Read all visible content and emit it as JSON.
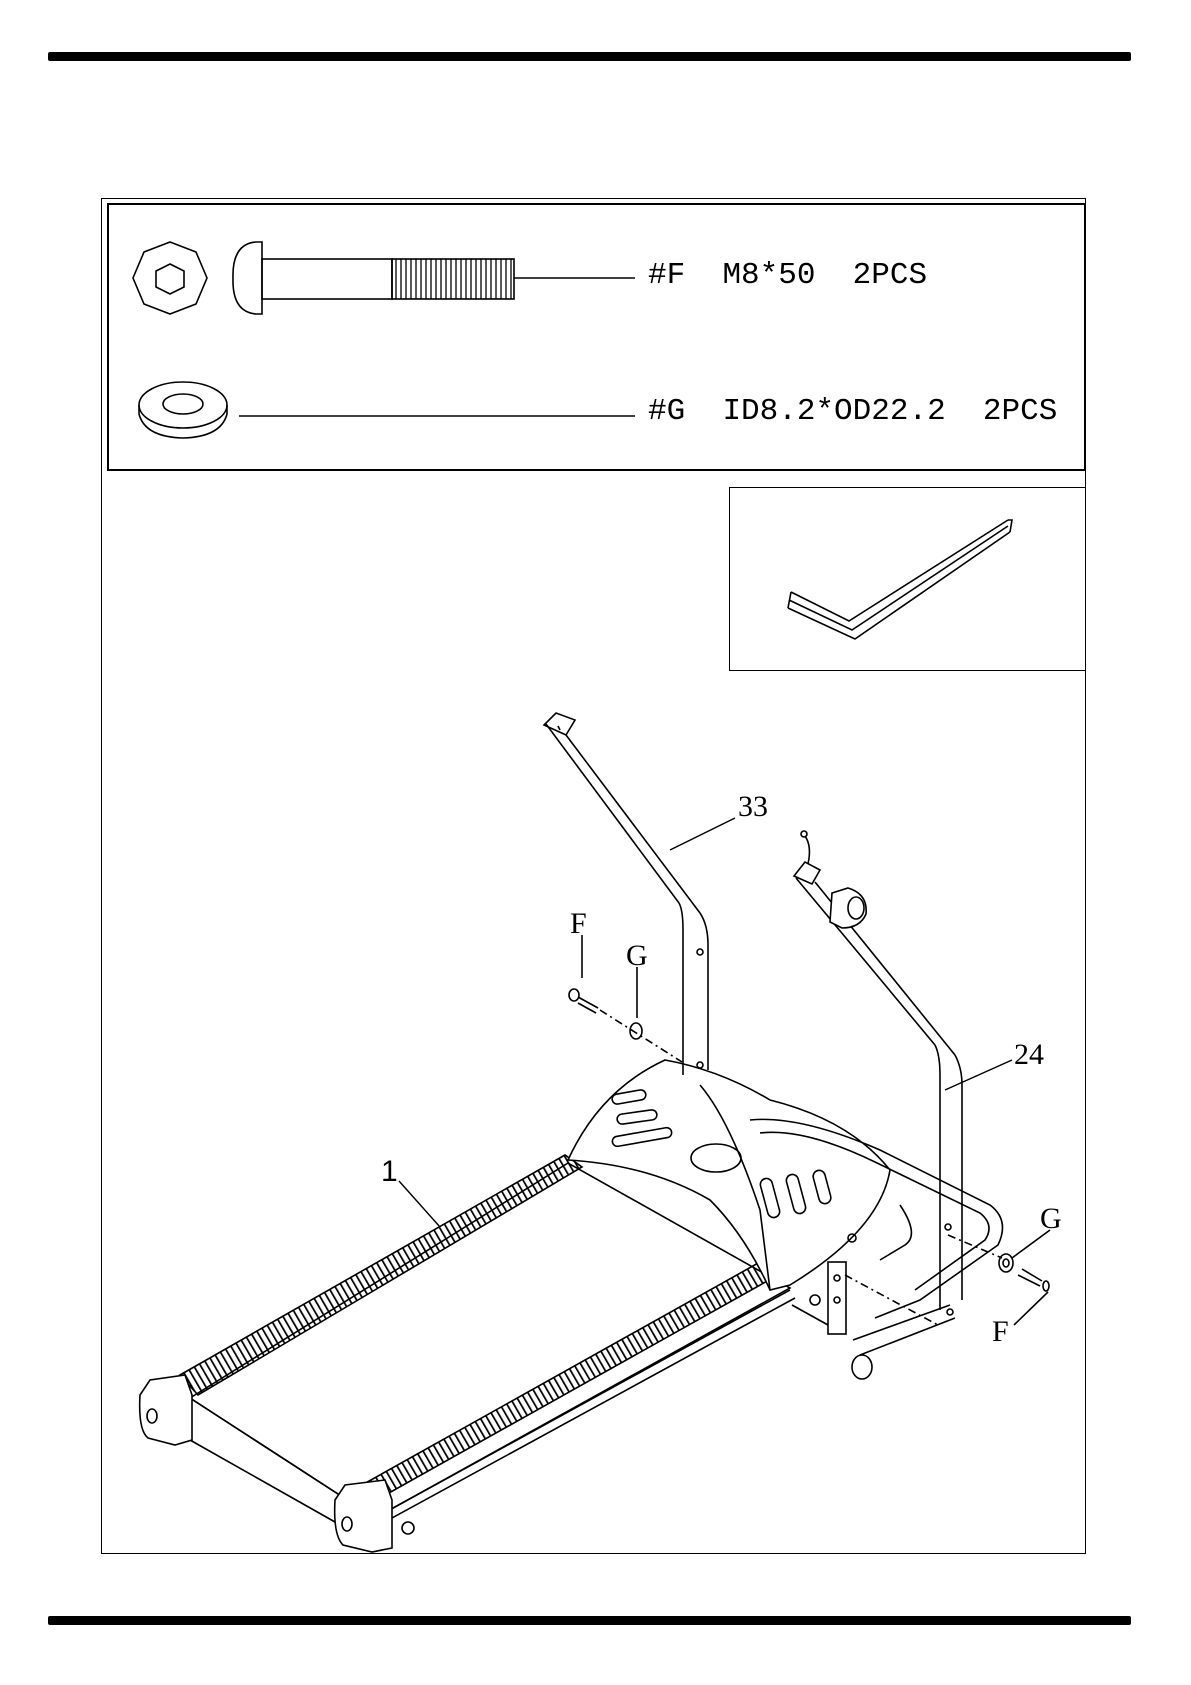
{
  "hardware": {
    "bolt": {
      "code": "#F",
      "size": "M8*50",
      "qty": "2PCS"
    },
    "washer": {
      "code": "#G",
      "size": "ID8.2*OD22.2",
      "qty": "2PCS"
    }
  },
  "callouts": {
    "upright_left": "33",
    "upright_right": "24",
    "treadmill_base": "1",
    "bolt_left": "F",
    "washer_left": "G",
    "washer_right": "G",
    "bolt_right": "F"
  },
  "icons": [
    "hex-bolt-head-icon",
    "bolt-icon",
    "washer-icon",
    "allen-key-icon"
  ]
}
